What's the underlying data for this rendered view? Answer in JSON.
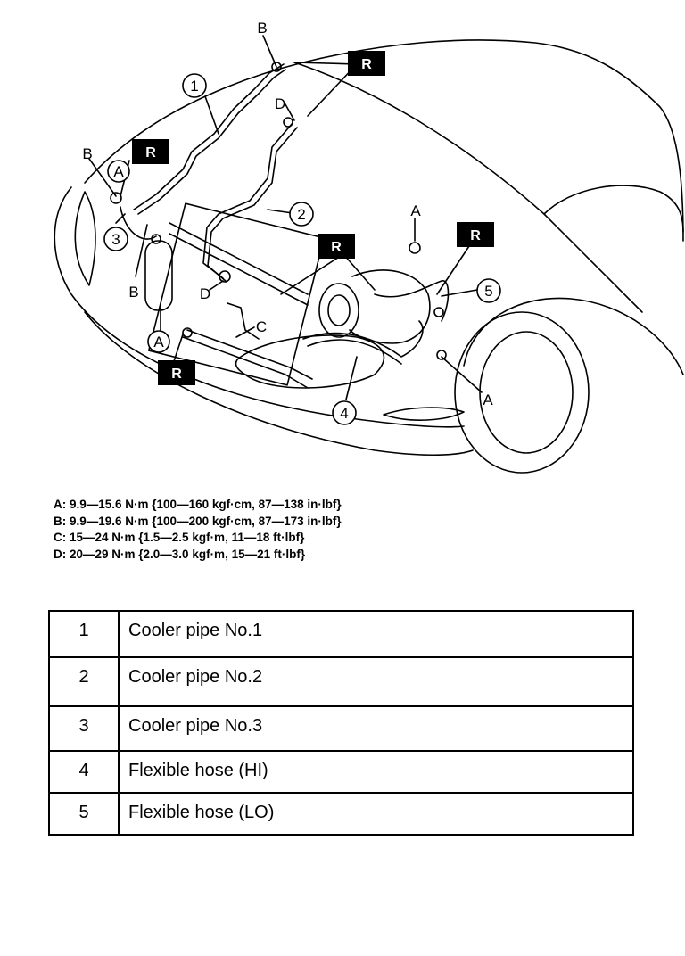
{
  "diagram": {
    "callouts": {
      "c1": "1",
      "c2": "2",
      "c3": "3",
      "c4": "4",
      "c5": "5"
    },
    "letters": {
      "b_top": "B",
      "b_left": "B",
      "b_mid": "B",
      "d_upper": "D",
      "d_lower": "D",
      "c": "C",
      "a_top": "A",
      "a_left_circle": "A",
      "a_left_low": "A",
      "a_right": "A"
    },
    "replace_marker": "R"
  },
  "torque_specs": [
    "A: 9.9—15.6 N·m {100—160 kgf·cm, 87—138 in·lbf}",
    "B: 9.9—19.6 N·m {100—200 kgf·cm, 87—173 in·lbf}",
    "C: 15—24 N·m {1.5—2.5 kgf·m, 11—18 ft·lbf}",
    "D: 20—29 N·m {2.0—3.0 kgf·m, 15—21 ft·lbf}"
  ],
  "parts_table": [
    {
      "no": "1",
      "name": "Cooler pipe No.1"
    },
    {
      "no": "2",
      "name": "Cooler pipe No.2"
    },
    {
      "no": "3",
      "name": "Cooler pipe No.3"
    },
    {
      "no": "4",
      "name": "Flexible hose (HI)"
    },
    {
      "no": "5",
      "name": "Flexible hose (LO)"
    }
  ]
}
